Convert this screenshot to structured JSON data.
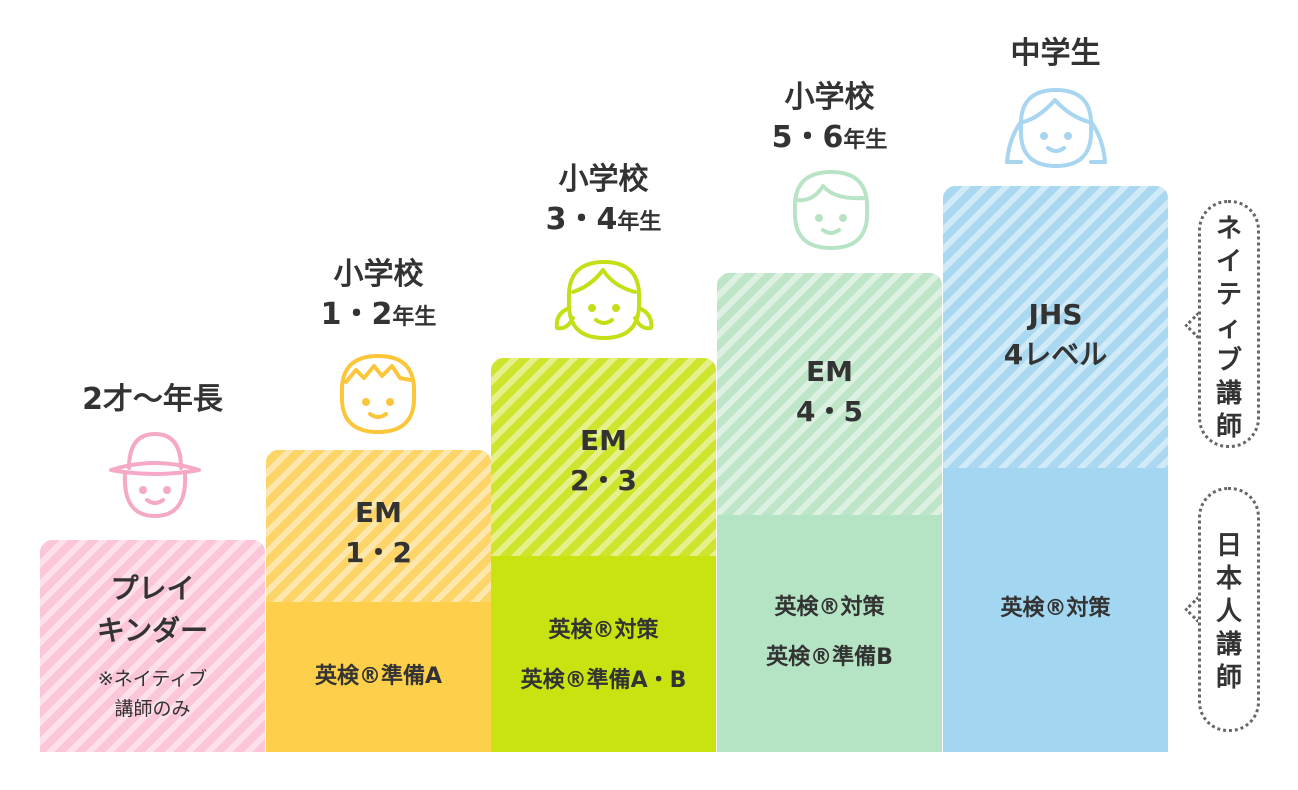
{
  "levels": [
    {
      "grade_line1": "2才〜年長",
      "grade_line2": "",
      "grade_suffix": "",
      "course_line1": "プレイ",
      "course_line2": "キンダー",
      "note_line1": "※ネイティブ",
      "note_line2": "講師のみ",
      "color": "#fbc6d8"
    },
    {
      "grade_line1": "小学校",
      "grade_line2": "1・2",
      "grade_suffix": "年生",
      "course_line1": "EM",
      "course_line2": "1・2",
      "bottom_line1": "英検®準備A",
      "color": "#fcd468",
      "bottom_color": "#fdcf4a"
    },
    {
      "grade_line1": "小学校",
      "grade_line2": "3・4",
      "grade_suffix": "年生",
      "course_line1": "EM",
      "course_line2": "2・3",
      "bottom_line1": "英検®対策",
      "bottom_line2": "英検®準備A・B",
      "color": "#cfe42c",
      "bottom_color": "#c8e30f"
    },
    {
      "grade_line1": "小学校",
      "grade_line2": "5・6",
      "grade_suffix": "年生",
      "course_line1": "EM",
      "course_line2": "4・5",
      "bottom_line1": "英検®対策",
      "bottom_line2": "英検®準備B",
      "color": "#bfe5c8",
      "bottom_color": "#b5e4c4"
    },
    {
      "grade_line1": "中学生",
      "grade_line2": "",
      "grade_suffix": "",
      "course_line1": "JHS",
      "course_line2": "4レベル",
      "bottom_line1": "英検®対策",
      "color": "#a9d8f0",
      "bottom_color": "#a3d6f1"
    }
  ],
  "bubbles": {
    "native": "ネ\nイ\nテ\nィ\nブ\n講\n師",
    "japanese": "日\n本\n人\n講\n師"
  }
}
